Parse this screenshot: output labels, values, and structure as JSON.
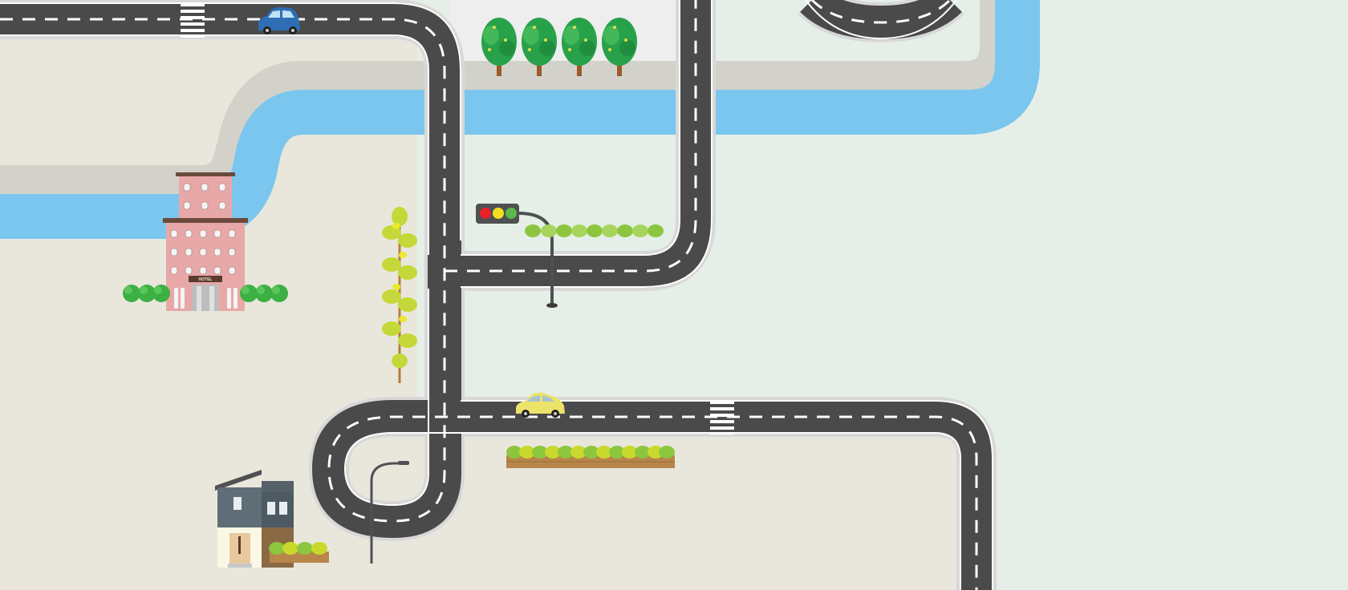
{
  "scene": {
    "hotel": {
      "sign": "HOTEL"
    },
    "traffic_light": {
      "lamps": [
        "#e8202a",
        "#f0e020",
        "#5cb84a"
      ]
    },
    "vehicles": [
      {
        "name": "blue-car",
        "color": "#2f6db5"
      },
      {
        "name": "yellow-car",
        "color": "#ece36a"
      }
    ]
  },
  "colors": {
    "water": "#7ac6ef",
    "road": "#4a4a4a",
    "sand": "#e9e7dc",
    "meadow": "#e6efe7",
    "park": "#eeeeee"
  }
}
